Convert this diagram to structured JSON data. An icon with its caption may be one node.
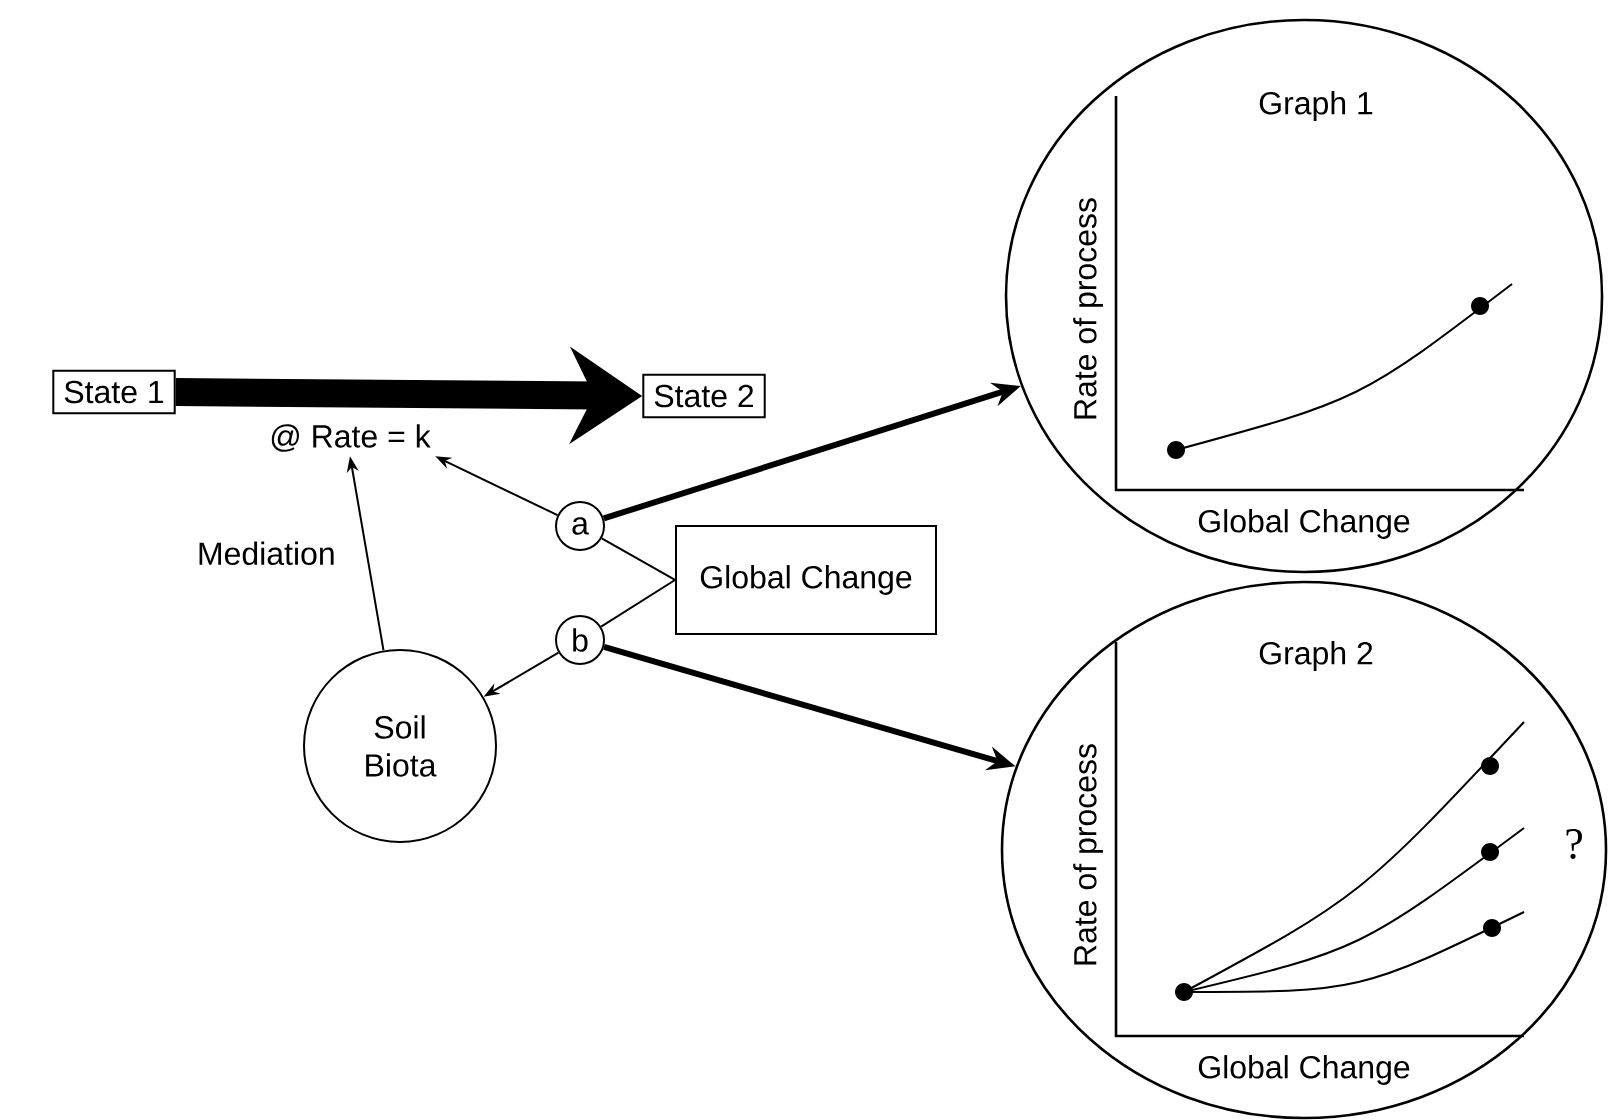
{
  "diagram": {
    "nodes": [
      {
        "text": [
          "State 1"
        ]
      },
      {
        "text": [
          "State 2"
        ]
      },
      {
        "text": [
          "@ Rate = k"
        ]
      },
      {
        "text": [
          "a"
        ]
      },
      {
        "text": [
          "Global Change"
        ]
      },
      {
        "text": [
          "b"
        ]
      },
      {
        "text": [
          "Soil Biota"
        ]
      },
      {
        "text": [
          "Graph 1",
          "Rate of process",
          "Global Change"
        ]
      },
      {
        "text": [
          "Graph 2",
          "Rate of process",
          "Global Change",
          "?"
        ]
      }
    ],
    "edges": [
      {
        "from": 0,
        "to": 1,
        "arrow": "to",
        "style": "thick"
      },
      {
        "from": 6,
        "to": 2,
        "arrow": "to",
        "label": "Mediation"
      },
      {
        "from": 4,
        "to": 3,
        "arrow": "none"
      },
      {
        "from": 3,
        "to": 2,
        "arrow": "to"
      },
      {
        "from": 4,
        "to": 5,
        "arrow": "none"
      },
      {
        "from": 5,
        "to": 6,
        "arrow": "to"
      },
      {
        "from": 3,
        "to": 7,
        "arrow": "to",
        "style": "thick"
      },
      {
        "from": 5,
        "to": 8,
        "arrow": "to",
        "style": "thick"
      }
    ]
  }
}
